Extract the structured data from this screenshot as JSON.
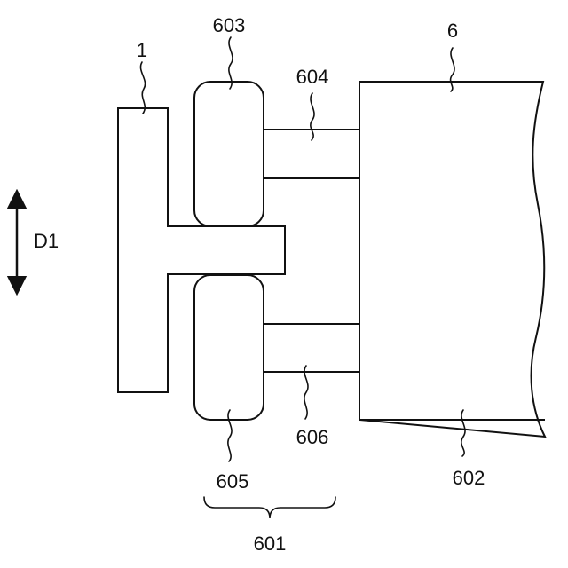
{
  "labels": {
    "part_1": "1",
    "part_6": "6",
    "part_601": "601",
    "part_602": "602",
    "part_603": "603",
    "part_604": "604",
    "part_605": "605",
    "part_606": "606",
    "direction": "D1"
  }
}
